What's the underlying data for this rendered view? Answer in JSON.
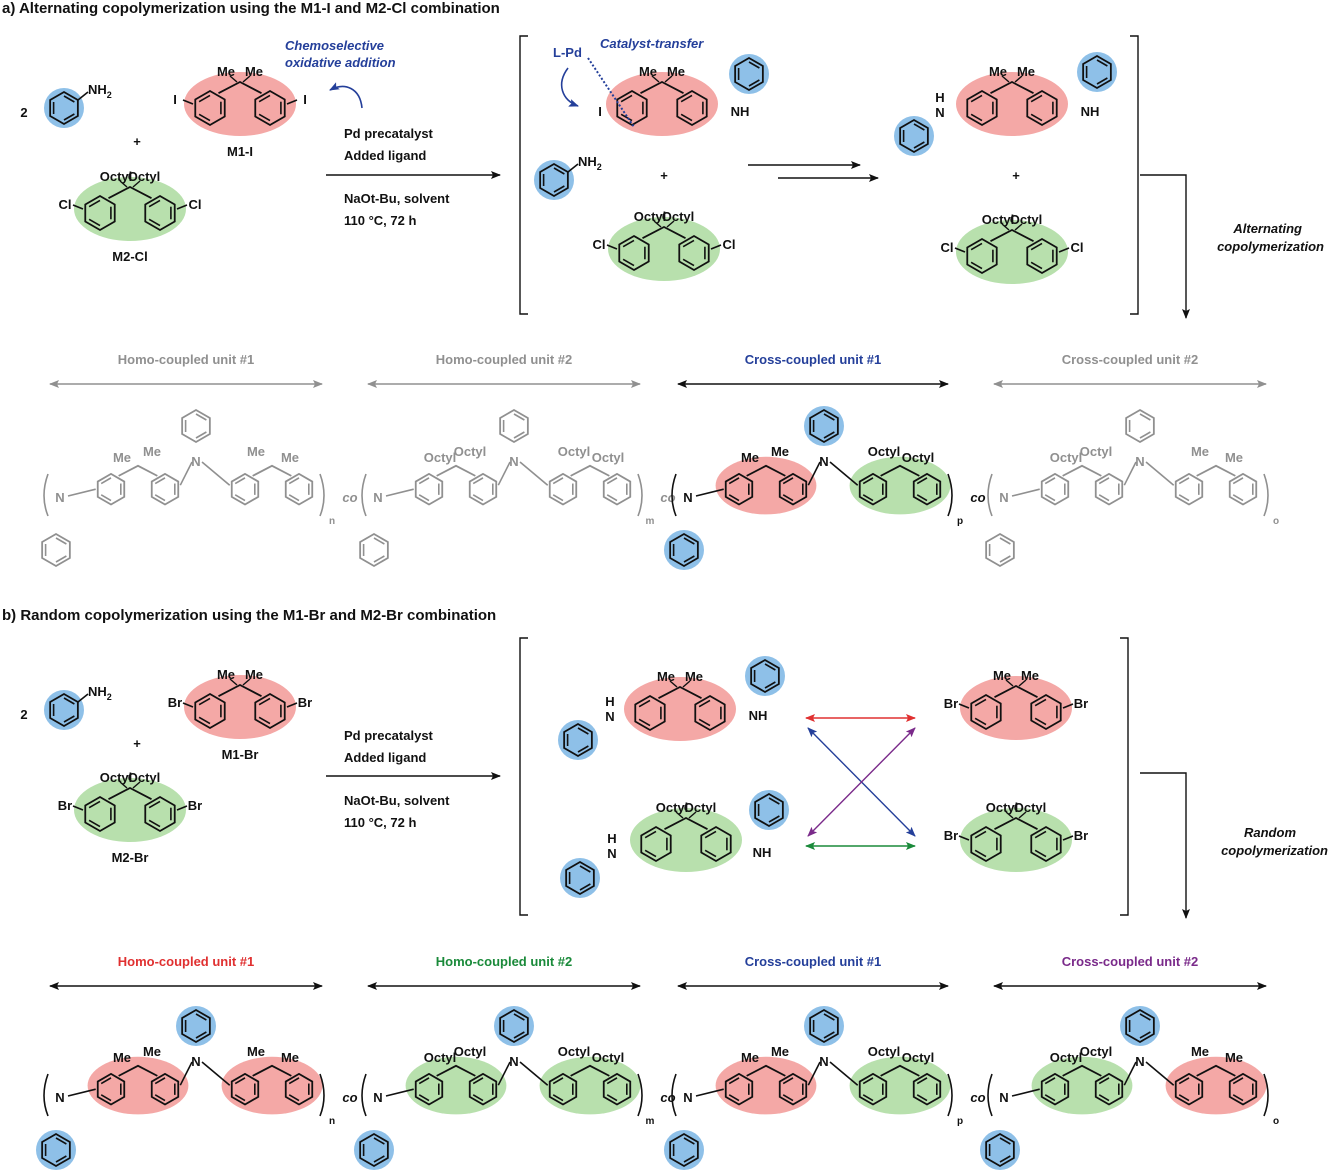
{
  "colors": {
    "blue_ring": "#8ec0e8",
    "red_ring": "#f4a8a6",
    "green_ring": "#b8e0ad",
    "gray": "#909090",
    "navy": "#243f9a",
    "red": "#e03030",
    "green": "#1a8a3a",
    "purple": "#7a2a8a",
    "black": "#111111"
  },
  "sectionA": {
    "title": "a) Alternating copolymerization using the M1-I and M2-Cl combination",
    "coefficient": "2",
    "plus": "+",
    "amine": "NH",
    "amine_sub": "2",
    "m1_label": "M1-I",
    "m2_label": "M2-Cl",
    "halogen_m1": "I",
    "halogen_m2": "Cl",
    "me": "Me",
    "octyl": "Octyl",
    "annotation_line1": "Chemoselective",
    "annotation_line2": "oxidative addition",
    "conditions": [
      "Pd  precatalyst",
      "Added ligand",
      "NaOt-Bu, solvent",
      "110 °C, 72 h"
    ],
    "catalyst_transfer": "Catalyst-transfer",
    "lpd": "L-Pd",
    "nh": "NH",
    "hn": "H",
    "n": "N",
    "side_label_line1": "Alternating",
    "side_label_line2": "copolymerization"
  },
  "unitsA": [
    {
      "label": "Homo-coupled unit #1",
      "color": "#909090"
    },
    {
      "label": "Homo-coupled unit #2",
      "color": "#909090"
    },
    {
      "label": "Cross-coupled unit #1",
      "color": "#243f9a"
    },
    {
      "label": "Cross-coupled unit #2",
      "color": "#909090"
    }
  ],
  "polymerA": {
    "co": "co",
    "subscripts": [
      "n",
      "m",
      "p",
      "o"
    ]
  },
  "sectionB": {
    "title": "b) Random copolymerization using the M1-Br and M2-Br combination",
    "coefficient": "2",
    "plus": "+",
    "m1_label": "M1-Br",
    "m2_label": "M2-Br",
    "halogen": "Br",
    "conditions": [
      "Pd  precatalyst",
      "Added ligand",
      "NaOt-Bu, solvent",
      "110 °C, 72 h"
    ],
    "side_label_line1": "Random",
    "side_label_line2": "copolymerization"
  },
  "unitsB": [
    {
      "label": "Homo-coupled unit #1",
      "color": "#e03030"
    },
    {
      "label": "Homo-coupled unit #2",
      "color": "#1a8a3a"
    },
    {
      "label": "Cross-coupled unit #1",
      "color": "#243f9a"
    },
    {
      "label": "Cross-coupled unit #2",
      "color": "#7a2a8a"
    }
  ],
  "polymerB": {
    "co": "co",
    "subscripts": [
      "n",
      "m",
      "p",
      "o"
    ]
  }
}
